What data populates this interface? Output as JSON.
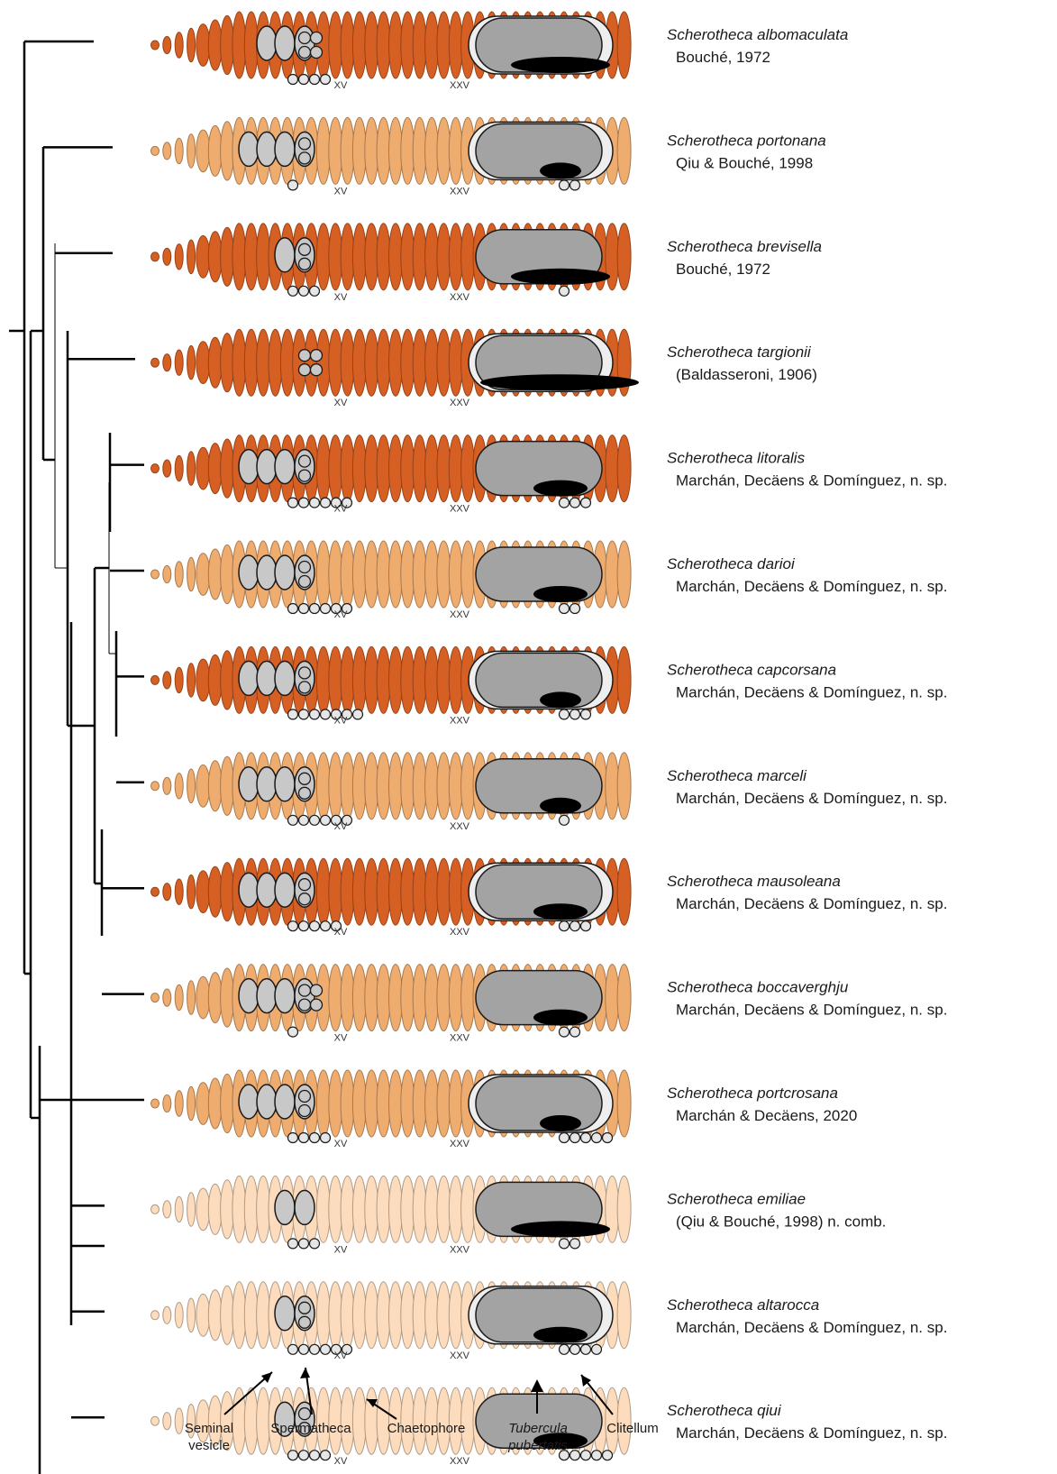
{
  "colors": {
    "dark": "#d65f23",
    "medium": "#efac6f",
    "pale": "#fcdcbd",
    "organ_grey": "#c8c8c8",
    "clitellum_grey": "#a3a3a3",
    "tubercula_black": "#000000",
    "outline": "#1a1a1a"
  },
  "segment_labels": {
    "xv": "XV",
    "xxv": "XXV"
  },
  "species": [
    {
      "name": "Scherotheca albomaculata",
      "authority": "Bouché, 1972",
      "pigment": "dark",
      "sv_count": 3,
      "sp_pairs": 2,
      "clit_white": true,
      "tub": "wide",
      "rowL": 4,
      "rowR": 0
    },
    {
      "name": "Scherotheca portonana",
      "authority": "Qiu & Bouché, 1998",
      "pigment": "medium",
      "sv_count": 4,
      "sp_pairs": 1,
      "clit_white": true,
      "tub": "small",
      "rowL": 1,
      "rowR": 2
    },
    {
      "name": "Scherotheca brevisella",
      "authority": "Bouché, 1972",
      "pigment": "dark",
      "sv_count": 2,
      "sp_pairs": 1,
      "clit_white": false,
      "tub": "wide",
      "rowL": 3,
      "rowR": 1
    },
    {
      "name": "Scherotheca targionii",
      "authority": "(Baldasseroni, 1906)",
      "pigment": "dark",
      "sv_count": 0,
      "sp_pairs": 2,
      "clit_white": true,
      "tub": "full",
      "rowL": 0,
      "rowR": 0
    },
    {
      "name": "Scherotheca litoralis",
      "authority": "Marchán, Decäens & Domínguez, n. sp.",
      "pigment": "dark",
      "sv_count": 4,
      "sp_pairs": 1,
      "clit_white": false,
      "tub": "medium",
      "rowL": 6,
      "rowR": 3
    },
    {
      "name": "Scherotheca darioi",
      "authority": "Marchán, Decäens & Domínguez, n. sp.",
      "pigment": "medium",
      "sv_count": 4,
      "sp_pairs": 1,
      "clit_white": false,
      "tub": "medium",
      "rowL": 6,
      "rowR": 2
    },
    {
      "name": "Scherotheca capcorsana",
      "authority": "Marchán, Decäens & Domínguez, n. sp.",
      "pigment": "dark",
      "sv_count": 4,
      "sp_pairs": 1,
      "clit_white": true,
      "tub": "small",
      "rowL": 7,
      "rowR": 3
    },
    {
      "name": "Scherotheca marceli",
      "authority": "Marchán, Decäens & Domínguez, n. sp.",
      "pigment": "medium",
      "sv_count": 4,
      "sp_pairs": 1,
      "clit_white": false,
      "tub": "small",
      "rowL": 6,
      "rowR": 1
    },
    {
      "name": "Scherotheca mausoleana",
      "authority": "Marchán, Decäens & Domínguez, n. sp.",
      "pigment": "dark",
      "sv_count": 4,
      "sp_pairs": 1,
      "clit_white": true,
      "tub": "medium",
      "rowL": 5,
      "rowR": 3
    },
    {
      "name": "Scherotheca boccaverghju",
      "authority": "Marchán, Decäens & Domínguez, n. sp.",
      "pigment": "medium",
      "sv_count": 4,
      "sp_pairs": 2,
      "clit_white": false,
      "tub": "medium",
      "rowL": 1,
      "rowR": 2
    },
    {
      "name": "Scherotheca portcrosana",
      "authority": "Marchán & Decäens, 2020",
      "pigment": "medium",
      "sv_count": 4,
      "sp_pairs": 1,
      "clit_white": true,
      "tub": "small",
      "rowL": 4,
      "rowR": 5
    },
    {
      "name": "Scherotheca emiliae",
      "authority": "(Qiu & Bouché, 1998) n. comb.",
      "pigment": "pale",
      "sv_count": 2,
      "sp_pairs": 0,
      "clit_white": false,
      "tub": "wide",
      "rowL": 3,
      "rowR": 2
    },
    {
      "name": "Scherotheca altarocca",
      "authority": "Marchán, Decäens & Domínguez, n. sp.",
      "pigment": "pale",
      "sv_count": 2,
      "sp_pairs": 1,
      "clit_white": true,
      "tub": "medium",
      "rowL": 6,
      "rowR": 4
    },
    {
      "name": "Scherotheca qiui",
      "authority": "Marchán, Decäens & Domínguez, n. sp.",
      "pigment": "pale",
      "sv_count": 2,
      "sp_pairs": 1,
      "clit_white": false,
      "tub": "medium",
      "rowL": 4,
      "rowR": 5
    }
  ],
  "callouts": {
    "seminal_vesicle": [
      "Seminal",
      "vesicle"
    ],
    "spermatheca": "Spermatheca",
    "chaetophore": "Chaetophore",
    "tubercula": [
      "Tubercula",
      "pubertatis"
    ],
    "clitellum": "Clitellum"
  }
}
